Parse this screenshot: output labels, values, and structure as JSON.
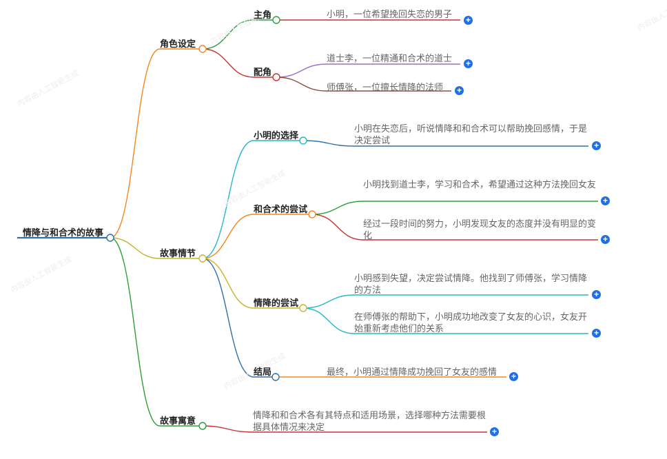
{
  "root": {
    "label": "情降与和合术的故事"
  },
  "branches": {
    "roles": {
      "label": "角色设定",
      "protagonist": {
        "label": "主角",
        "text": "小明，一位希望挽回失恋的男子"
      },
      "supporting": {
        "label": "配角",
        "items": [
          "道士李，一位精通和合术的道士",
          "师傅张，一位擅长情降的法师"
        ]
      }
    },
    "plot": {
      "label": "故事情节",
      "choice": {
        "label": "小明的选择",
        "text": "小明在失恋后，听说情降和和合术可以帮助挽回感情，于是决定尝试"
      },
      "hehe": {
        "label": "和合术的尝试",
        "items": [
          "小明找到道士李，学习和合术，希望通过这种方法挽回女友",
          "经过一段时间的努力，小明发现女友的态度并没有明显的变化"
        ]
      },
      "qingjiang": {
        "label": "情降的尝试",
        "items": [
          "小明感到失望，决定尝试情降。他找到了师傅张，学习情降的方法",
          "在师傅张的帮助下，小明成功地改变了女友的心识，女友开始重新考虑他们的关系"
        ]
      },
      "ending": {
        "label": "结局",
        "text": "最终，小明通过情降成功挽回了女友的感情"
      }
    },
    "moral": {
      "label": "故事寓意",
      "text": "情降和和合术各有其特点和适用场景，选择哪种方法需要根据具体情况来决定"
    }
  },
  "add_symbol": "+",
  "watermark_text": "内容由人工智能生成",
  "colors": {
    "roles": "#f5861f",
    "plot": "#c9b52a",
    "moral": "#2e9e3a",
    "protagonist": "#2e9e3a",
    "supporting": "#c73333",
    "supporting_item1": "#9b6bc7",
    "supporting_item2": "#8b4a3e",
    "choice": "#26b7c9",
    "hehe": "#f5861f",
    "qingjiang": "#c9b52a",
    "ending": "#2f6fa8",
    "choice_leaf": "#2f6fa8",
    "hehe_leaf1": "#2e9e3a",
    "hehe_leaf2": "#c73333",
    "qingjiang_leaves": "#26b7c9",
    "ending_leaf": "#f5861f",
    "moral_leaf": "#c73333",
    "root_underline": "#2f6fa8",
    "add_button": "#1f6fe5"
  }
}
